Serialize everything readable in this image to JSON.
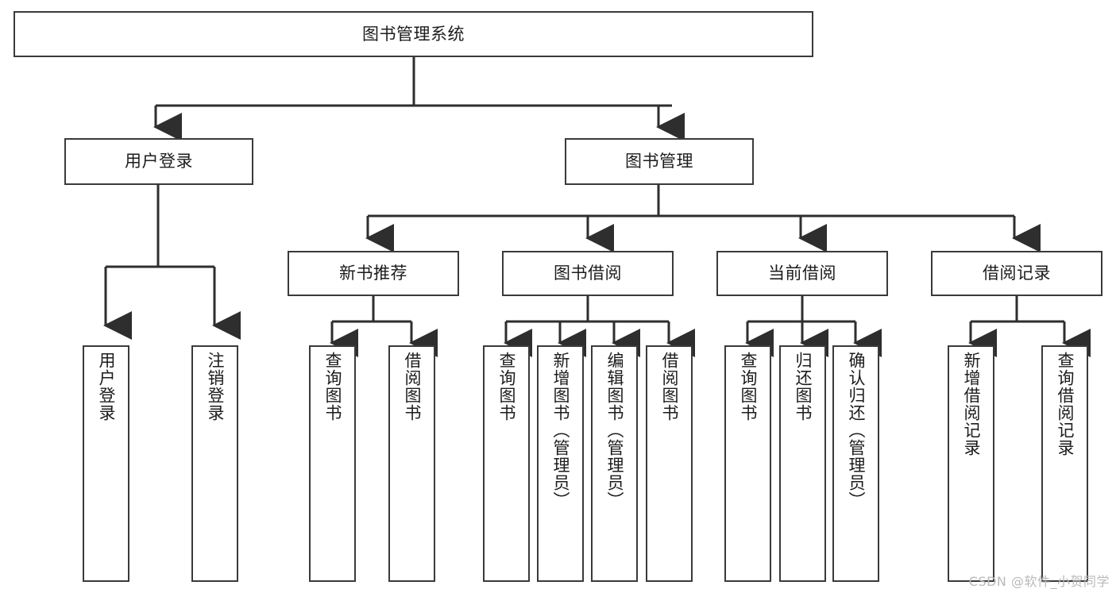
{
  "diagram": {
    "title": "图书管理系统",
    "type": "tree",
    "orientation": "top-down",
    "colors": {
      "box_border": "#3a3a3a",
      "box_fill": "#ffffff",
      "connector": "#2e2e2e",
      "text": "#1c1c1c",
      "watermark": "#b9b9b9",
      "background": "#ffffff"
    },
    "root": {
      "label": "图书管理系统"
    },
    "level2": [
      {
        "label": "用户登录"
      },
      {
        "label": "图书管理"
      }
    ],
    "level3": [
      {
        "label": "新书推荐"
      },
      {
        "label": "图书借阅"
      },
      {
        "label": "当前借阅"
      },
      {
        "label": "借阅记录"
      }
    ],
    "leaves": {
      "user_login": [
        {
          "label": "用户登录"
        },
        {
          "label": "注销登录"
        }
      ],
      "new_book_recommend": [
        {
          "label": "查询图书"
        },
        {
          "label": "借阅图书"
        }
      ],
      "book_borrow": [
        {
          "label": "查询图书"
        },
        {
          "label": "新增图书（管理员）"
        },
        {
          "label": "编辑图书（管理员）"
        },
        {
          "label": "借阅图书"
        }
      ],
      "current_borrow": [
        {
          "label": "查询图书"
        },
        {
          "label": "归还图书"
        },
        {
          "label": "确认归还（管理员）"
        }
      ],
      "borrow_record": [
        {
          "label": "新增借阅记录"
        },
        {
          "label": "查询借阅记录"
        }
      ]
    }
  },
  "watermark": {
    "text": "CSDN @软件_小贺同学"
  }
}
